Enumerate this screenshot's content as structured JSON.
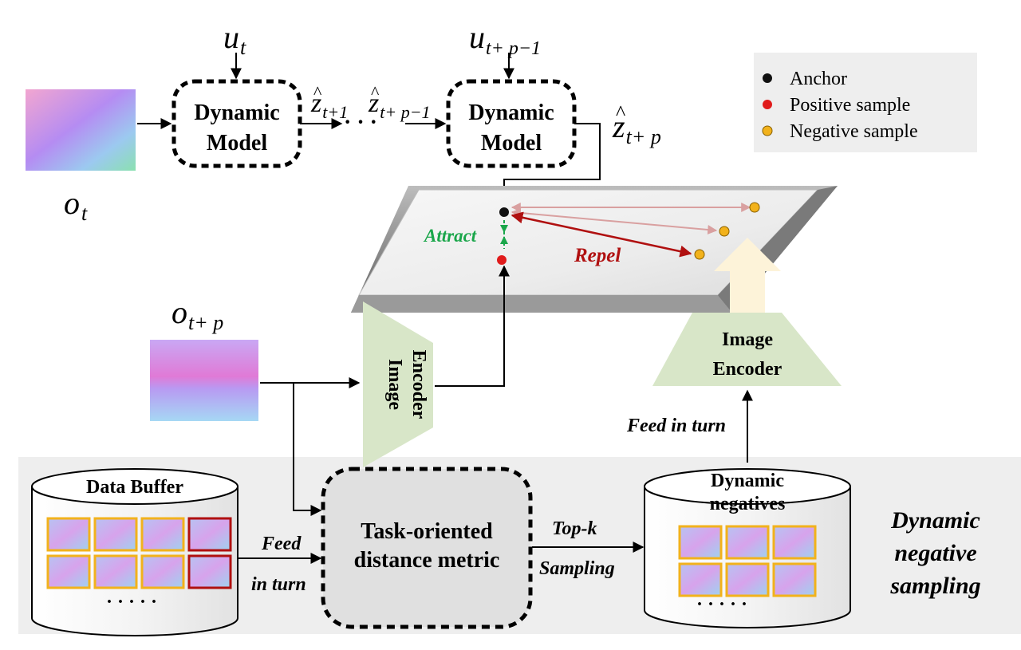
{
  "top": {
    "input_obs": {
      "var": "o",
      "sub": "t"
    },
    "action_1": {
      "var": "u",
      "sub": "t"
    },
    "action_2": {
      "var": "u",
      "sub": "t+ p−1"
    },
    "model_1": {
      "line1": "Dynamic",
      "line2": "Model"
    },
    "model_2": {
      "line1": "Dynamic",
      "line2": "Model"
    },
    "z_1": {
      "var": "z",
      "sub": "t+1"
    },
    "z_2": {
      "var": "z",
      "sub": "t+ p−1"
    },
    "z_3": {
      "var": "z",
      "sub": "t+ p"
    },
    "dots": "· · ·"
  },
  "legend": {
    "items": [
      {
        "label": "Anchor",
        "color": "#111111"
      },
      {
        "label": "Positive sample",
        "color": "#e01b1b"
      },
      {
        "label": "Negative sample",
        "color": "#f2b21c"
      }
    ]
  },
  "space": {
    "attract": "Attract",
    "repel": "Repel",
    "attract_color": "#1aa64a",
    "repel_color": "#b01010"
  },
  "middle": {
    "target_obs": {
      "var": "o",
      "sub": "t+ p"
    },
    "encoder_left": {
      "line1": "Image",
      "line2": "Encoder"
    },
    "encoder_right": {
      "line1": "Image",
      "line2": "Encoder"
    },
    "feed_right": "Feed in turn"
  },
  "bottom": {
    "data_buffer": "Data Buffer",
    "buffer_dots": "· · · · ·",
    "feed_left_1": "Feed",
    "feed_left_2": "in turn",
    "metric_line1": "Task-oriented",
    "metric_line2": "distance metric",
    "topk_1": "Top-k",
    "topk_2": "Sampling",
    "negatives_1": "Dynamic",
    "negatives_2": "negatives",
    "negatives_dots": "· · · · ·",
    "section_1": "Dynamic",
    "section_2": "negative",
    "section_3": "sampling"
  }
}
